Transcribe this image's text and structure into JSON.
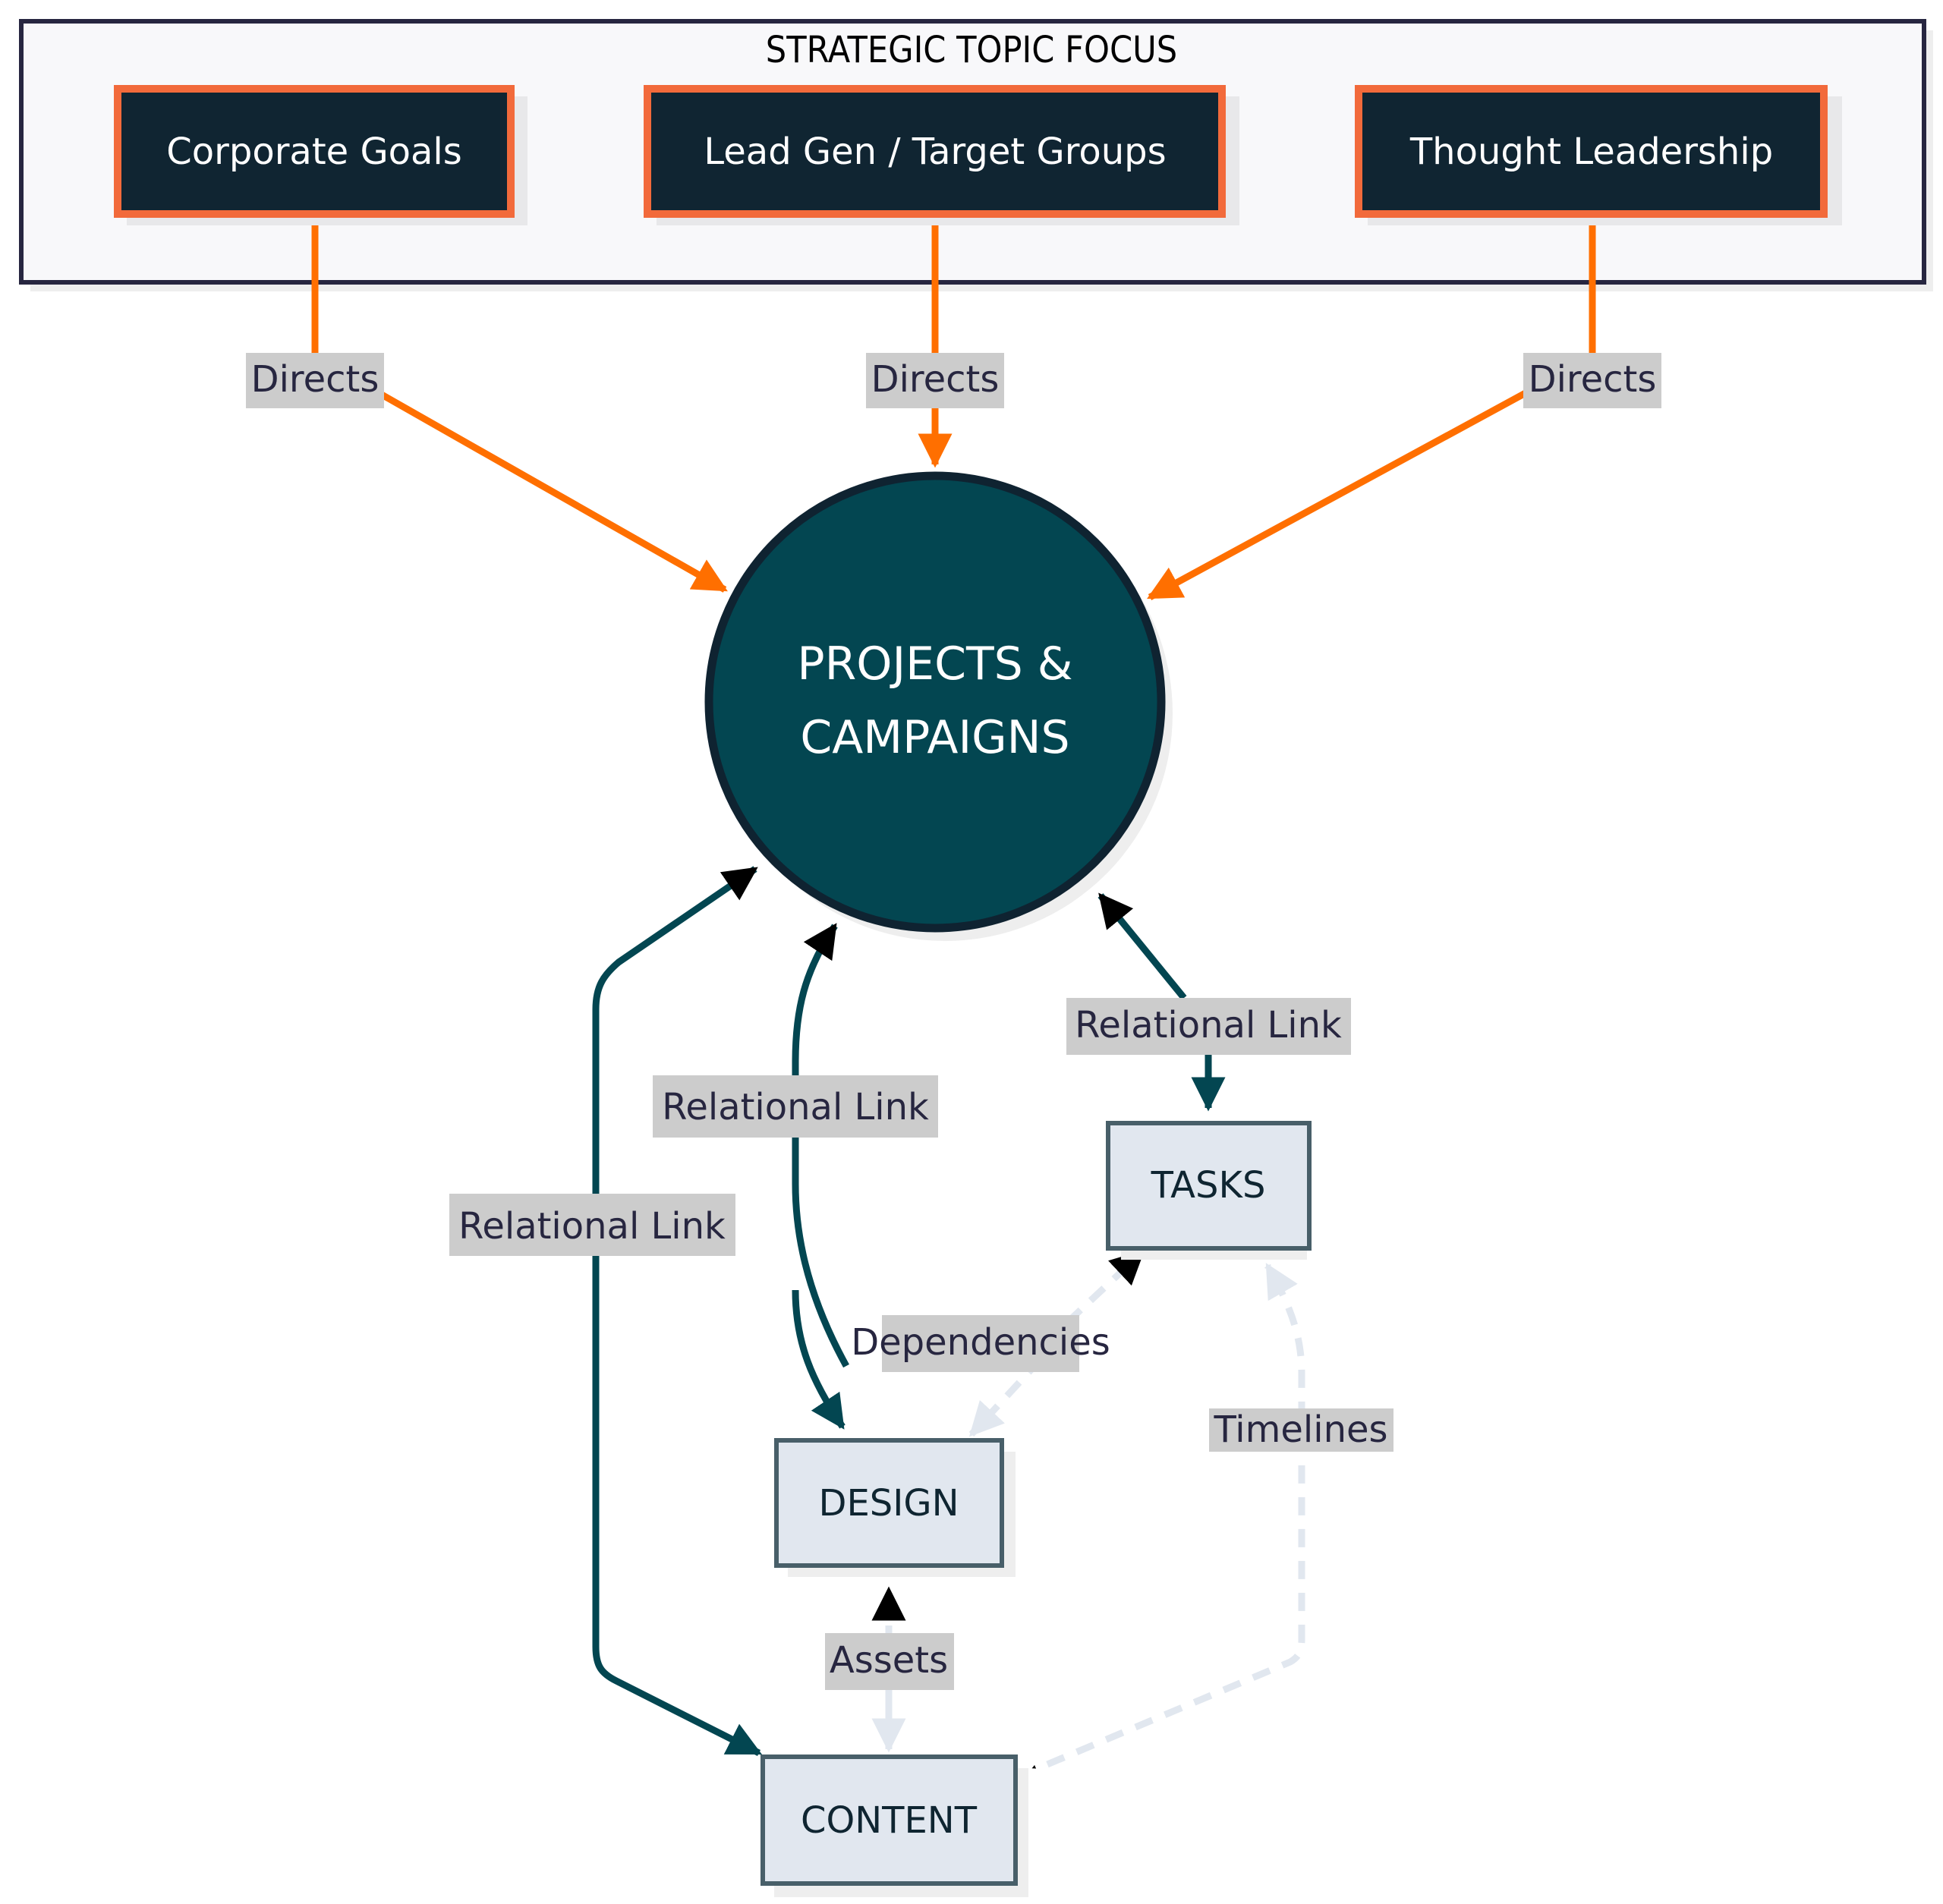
{
  "cluster": {
    "title": "STRATEGIC TOPIC FOCUS"
  },
  "nodes": {
    "corporate_goals": "Corporate Goals",
    "lead_gen": "Lead Gen / Target Groups",
    "thought_leadership": "Thought Leadership",
    "center_line1": "PROJECTS &",
    "center_line2": "CAMPAIGNS",
    "tasks": "TASKS",
    "design": "DESIGN",
    "content": "CONTENT"
  },
  "edges": {
    "directs_1": "Directs",
    "directs_2": "Directs",
    "directs_3": "Directs",
    "rel_tasks": "Relational Link",
    "rel_design": "Relational Link",
    "rel_content": "Relational Link",
    "dependencies": "Dependencies",
    "timelines": "Timelines",
    "assets": "Assets"
  },
  "colors": {
    "orange_edge": "#ff6f00",
    "orange_border": "#f26a3b",
    "dark_node_fill": "#102532",
    "center_fill": "#034651",
    "center_border": "#0f2331",
    "teal_edge": "#034651",
    "sub_node_fill": "#e1e7ef",
    "sub_node_border": "#485f69",
    "dashed_edge": "#e1e7ef",
    "label_bg": "#cccccc",
    "cluster_border": "#272640",
    "cluster_fill": "#f8f8fa"
  }
}
